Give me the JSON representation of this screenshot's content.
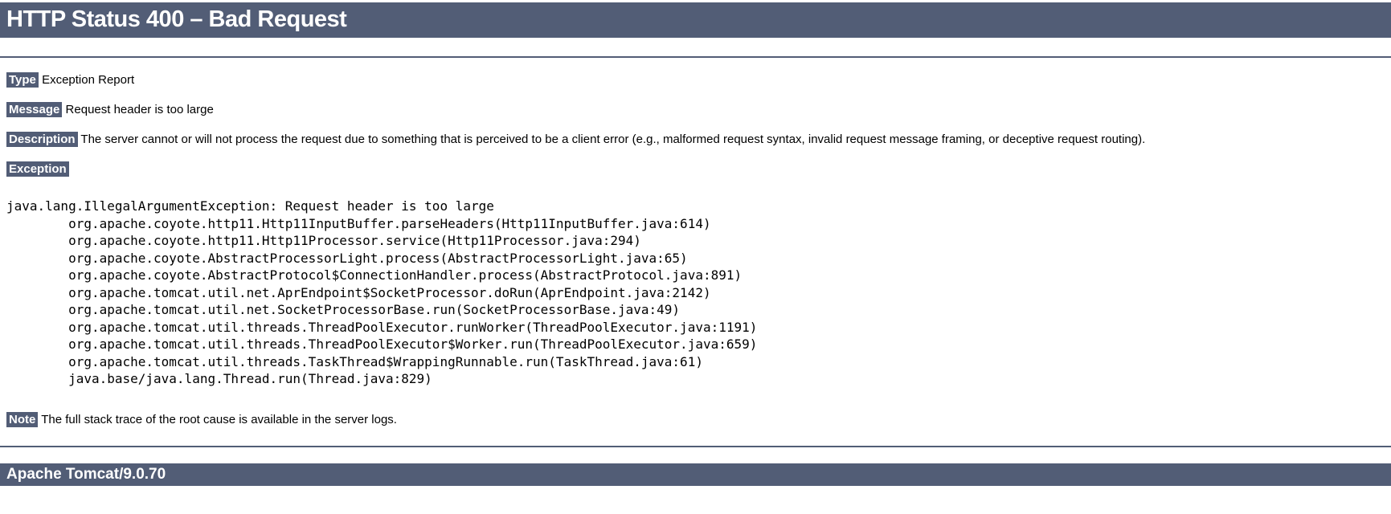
{
  "page": {
    "title": "HTTP Status 400 – Bad Request",
    "footer": "Apache Tomcat/9.0.70"
  },
  "colors": {
    "accent": "#525D76",
    "text": "#000000",
    "background": "#FFFFFF",
    "label_text": "#FFFFFF"
  },
  "report": {
    "type_label": "Type",
    "type_value": "Exception Report",
    "message_label": "Message",
    "message_value": "Request header is too large",
    "description_label": "Description",
    "description_value": "The server cannot or will not process the request due to something that is perceived to be a client error (e.g., malformed request syntax, invalid request message framing, or deceptive request routing).",
    "exception_label": "Exception",
    "note_label": "Note",
    "note_value": "The full stack trace of the root cause is available in the server logs."
  },
  "exception": {
    "trace": [
      "java.lang.IllegalArgumentException: Request header is too large",
      "\torg.apache.coyote.http11.Http11InputBuffer.parseHeaders(Http11InputBuffer.java:614)",
      "\torg.apache.coyote.http11.Http11Processor.service(Http11Processor.java:294)",
      "\torg.apache.coyote.AbstractProcessorLight.process(AbstractProcessorLight.java:65)",
      "\torg.apache.coyote.AbstractProtocol$ConnectionHandler.process(AbstractProtocol.java:891)",
      "\torg.apache.tomcat.util.net.AprEndpoint$SocketProcessor.doRun(AprEndpoint.java:2142)",
      "\torg.apache.tomcat.util.net.SocketProcessorBase.run(SocketProcessorBase.java:49)",
      "\torg.apache.tomcat.util.threads.ThreadPoolExecutor.runWorker(ThreadPoolExecutor.java:1191)",
      "\torg.apache.tomcat.util.threads.ThreadPoolExecutor$Worker.run(ThreadPoolExecutor.java:659)",
      "\torg.apache.tomcat.util.threads.TaskThread$WrappingRunnable.run(TaskThread.java:61)",
      "\tjava.base/java.lang.Thread.run(Thread.java:829)"
    ]
  }
}
